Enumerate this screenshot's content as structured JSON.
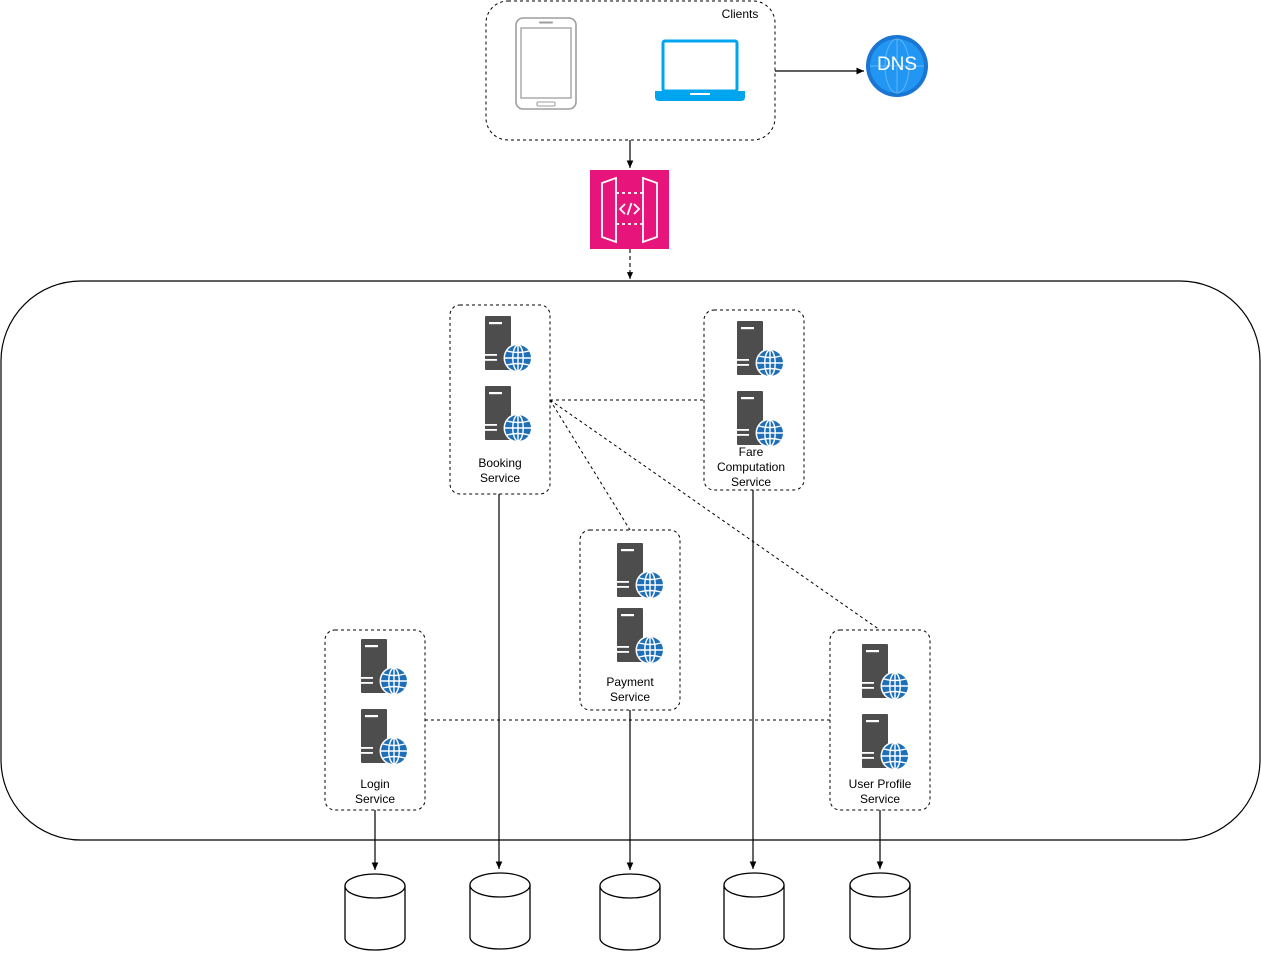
{
  "clients": {
    "label": "Clients"
  },
  "dns": {
    "label": "DNS"
  },
  "services": {
    "booking": {
      "line1": "Booking",
      "line2": "Service"
    },
    "fare": {
      "line1": "Fare",
      "line2": "Computation",
      "line3": "Service"
    },
    "payment": {
      "line1": "Payment",
      "line2": "Service"
    },
    "login": {
      "line1": "Login",
      "line2": "Service"
    },
    "user_profile": {
      "line1": "User Profile",
      "line2": "Service"
    }
  },
  "colors": {
    "laptop": "#00A4EF",
    "dns_circle": "#1E88E5",
    "api_gateway": "#E7157B",
    "server": "#4D4D4D",
    "globe": "#1E6FB8"
  }
}
